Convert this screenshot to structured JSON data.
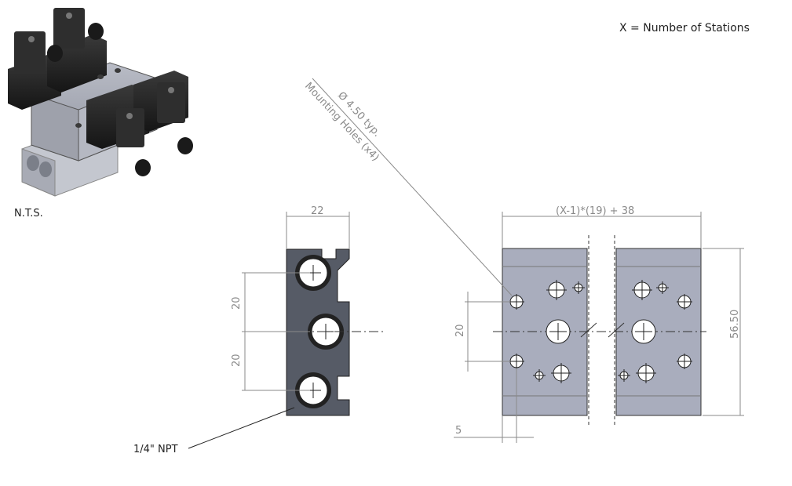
{
  "header_note": "X = Number of Stations",
  "scale_note": "N.T.S.",
  "callouts": {
    "mounting_holes_line1": "Ø 4.50 typ.",
    "mounting_holes_line2": "Mounting Holes (x4)",
    "port_label": "1/4\" NPT"
  },
  "dimensions": {
    "end_width": "22",
    "port_pitch_upper": "20",
    "port_pitch_lower": "20",
    "overall_length": "(X-1)*(19) + 38",
    "hole_spacing": "20",
    "edge_offset": "5",
    "height": "56.50"
  },
  "colors": {
    "body_fill": "#a9adbd",
    "end_fill": "#555a65",
    "line": "#333333",
    "dim_line": "#8a8a8a"
  }
}
